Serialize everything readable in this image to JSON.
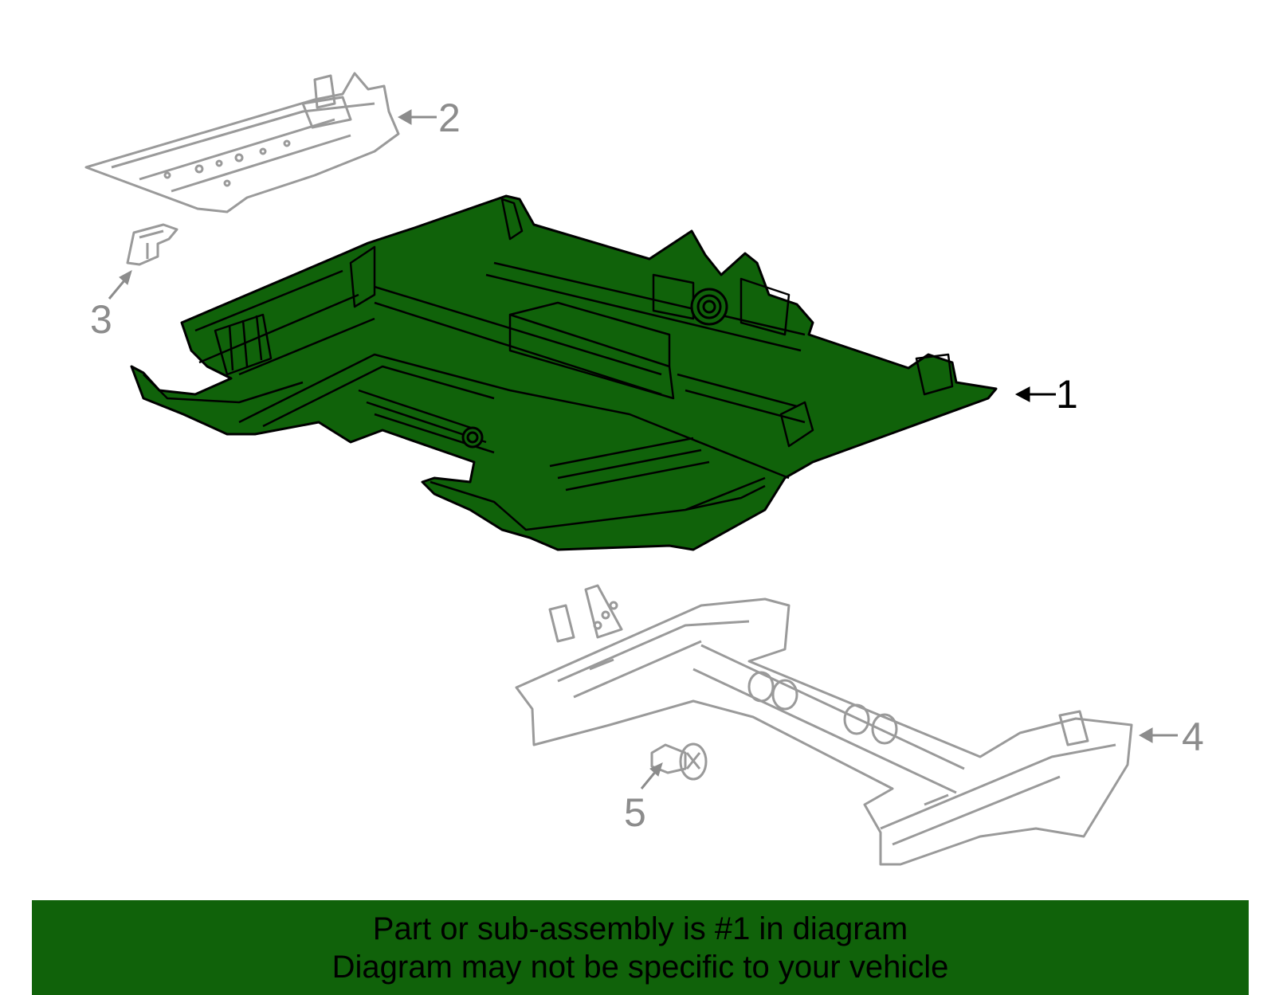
{
  "colors": {
    "highlight_fill": "#10620a",
    "highlight_stroke": "#000000",
    "ghost_stroke": "#9a9a9a",
    "callout_highlight": "#000000",
    "callout_ghost": "#8c8c8c",
    "banner_bg": "#10620a",
    "banner_text": "#000000"
  },
  "diagram": {
    "highlighted_part": "1",
    "callouts": [
      {
        "id": "callout-1",
        "number": "1",
        "highlighted": true
      },
      {
        "id": "callout-2",
        "number": "2",
        "highlighted": false
      },
      {
        "id": "callout-3",
        "number": "3",
        "highlighted": false
      },
      {
        "id": "callout-4",
        "number": "4",
        "highlighted": false
      },
      {
        "id": "callout-5",
        "number": "5",
        "highlighted": false
      }
    ]
  },
  "banner": {
    "line1": "Part or sub-assembly is #1 in diagram",
    "line2": "Diagram may not be specific to your vehicle"
  }
}
